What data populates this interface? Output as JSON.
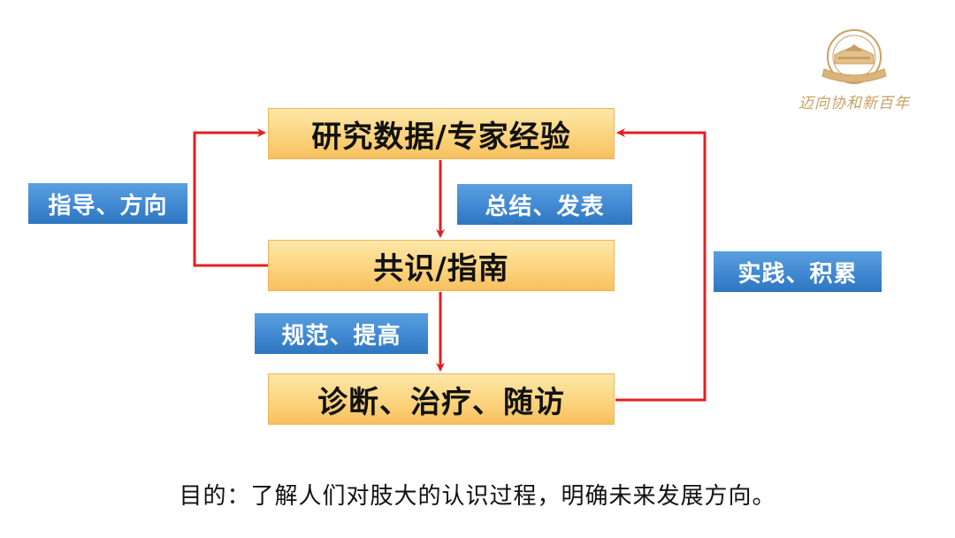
{
  "nodes": {
    "research": "研究数据/专家经验",
    "consensus": "共识/指南",
    "practice": "诊断、治疗、随访"
  },
  "labels": {
    "guide": "指导、方向",
    "summarize": "总结、发表",
    "standardize": "规范、提高",
    "practice": "实践、积累"
  },
  "caption": "目的：了解人们对肢大的认识过程，明确未来发展方向。",
  "logo": {
    "text": "迈向协和新百年"
  },
  "colors": {
    "node_fill": "#fbd27a",
    "label_fill": "#3e86d0",
    "arrow": "#e02020",
    "logo": "#c9a062"
  }
}
